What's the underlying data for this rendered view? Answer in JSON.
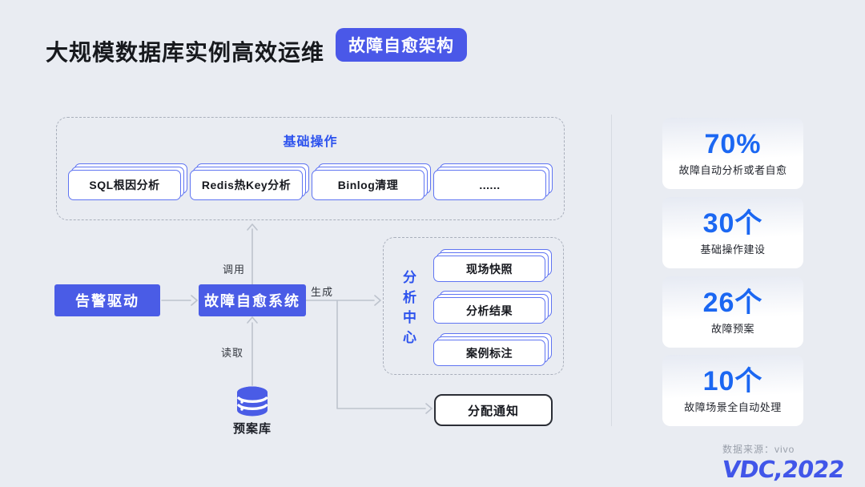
{
  "header": {
    "title": "大规模数据库实例高效运维",
    "badge": "故障自愈架构"
  },
  "diagram": {
    "basic_ops": {
      "title": "基础操作",
      "cards": [
        "SQL根因分析",
        "Redis热Key分析",
        "Binlog清理",
        "......"
      ]
    },
    "alert_box": "告警驱动",
    "heal_box": "故障自愈系统",
    "edge_labels": {
      "call": "调用",
      "read": "读取",
      "generate": "生成"
    },
    "analysis_center": {
      "title": "分析中心",
      "cards": [
        "现场快照",
        "分析结果",
        "案例标注"
      ]
    },
    "notify_box": "分配通知",
    "plan_db_label": "预案库"
  },
  "stats": [
    {
      "value": "70%",
      "label": "故障自动分析或者自愈"
    },
    {
      "value": "30个",
      "label": "基础操作建设"
    },
    {
      "value": "26个",
      "label": "故障预案"
    },
    {
      "value": "10个",
      "label": "故障场景全自动处理"
    }
  ],
  "footer": {
    "source": "数据来源：vivo",
    "logo": "VDC,2022"
  },
  "colors": {
    "background": "#e9ecf2",
    "accent_indigo": "#4a5ce6",
    "accent_blue_text": "#1b67f2",
    "diagram_blue_title": "#2d53ee",
    "card_border_blue": "#5f74f2",
    "connector_gray": "#bdc3cd",
    "dashed_border": "#a9afbb",
    "dark_text": "#16181e",
    "footer_gray": "#9aa0ab",
    "logo_blue": "#4156e9"
  }
}
